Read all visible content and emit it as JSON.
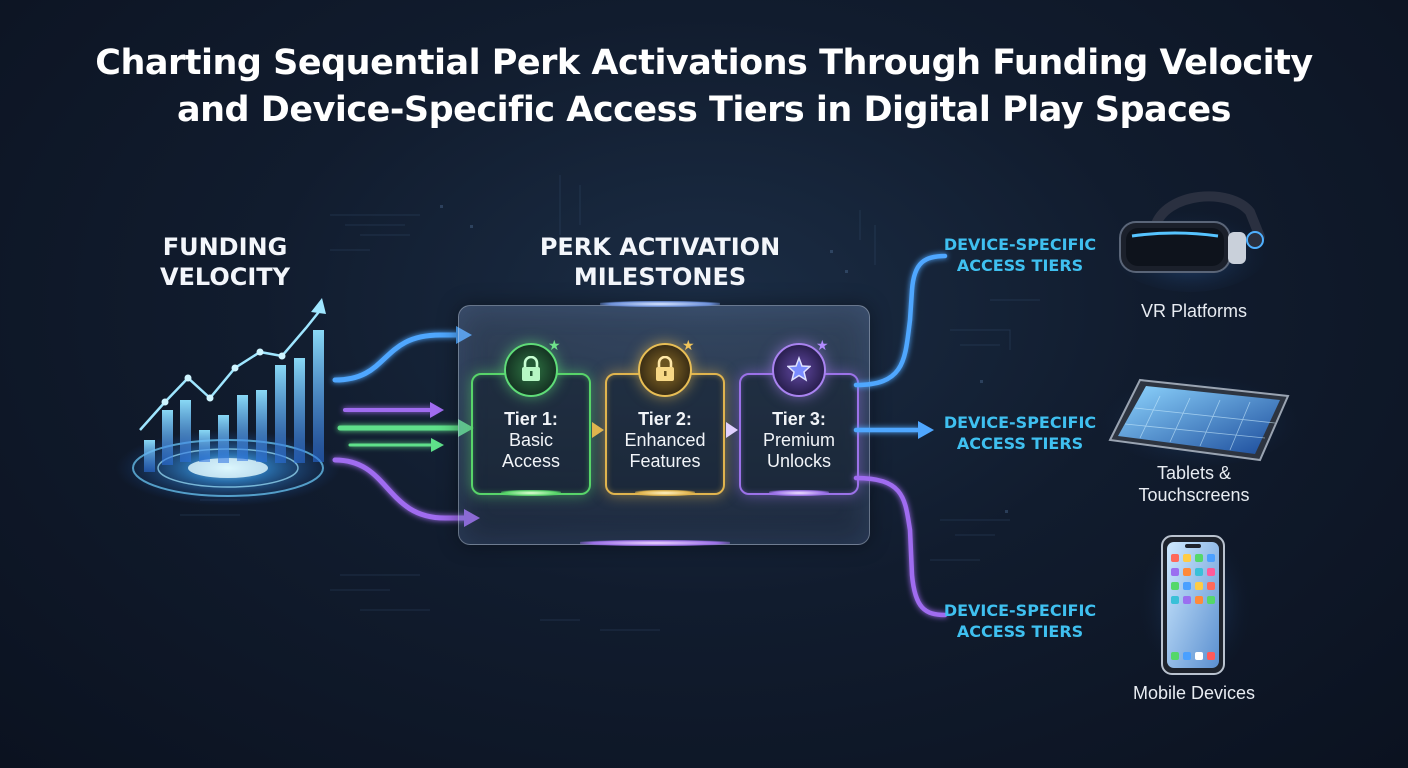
{
  "title": {
    "line1": "Charting Sequential Perk Activations Through Funding Velocity",
    "line2": "and Device-Specific Access Tiers in Digital Play Spaces"
  },
  "funding": {
    "heading_line1": "FUNDING",
    "heading_line2": "VELOCITY"
  },
  "perk": {
    "heading_line1": "PERK ACTIVATION",
    "heading_line2": "MILESTONES",
    "tiers": [
      {
        "name": "Tier 1:",
        "desc_line1": "Basic",
        "desc_line2": "Access",
        "color": "#58d46a",
        "icon": "lock-icon"
      },
      {
        "name": "Tier 2:",
        "desc_line1": "Enhanced",
        "desc_line2": "Features",
        "color": "#e0b44e",
        "icon": "lock-icon"
      },
      {
        "name": "Tier 3:",
        "desc_line1": "Premium",
        "desc_line2": "Unlocks",
        "color": "#9b72e8",
        "icon": "star-icon"
      }
    ]
  },
  "access_tiers": [
    {
      "line1": "DEVICE-SPECIFIC",
      "line2": "ACCESS TIERS"
    },
    {
      "line1": "DEVICE-SPECIFIC",
      "line2": "ACCESS TIERS"
    },
    {
      "line1": "DEVICE-SPECIFIC",
      "line2": "ACCESS TIERS"
    }
  ],
  "devices": [
    {
      "line1": "VR Platforms",
      "line2": "",
      "icon": "vr-headset-icon"
    },
    {
      "line1": "Tablets &",
      "line2": "Touchscreens",
      "icon": "tablet-icon"
    },
    {
      "line1": "Mobile Devices",
      "line2": "",
      "icon": "smartphone-icon"
    }
  ],
  "colors": {
    "accent_blue": "#3fc0f0",
    "flow_purple": "#a06cf0",
    "flow_green": "#5fe08a",
    "flow_blue": "#5aa8ff"
  }
}
